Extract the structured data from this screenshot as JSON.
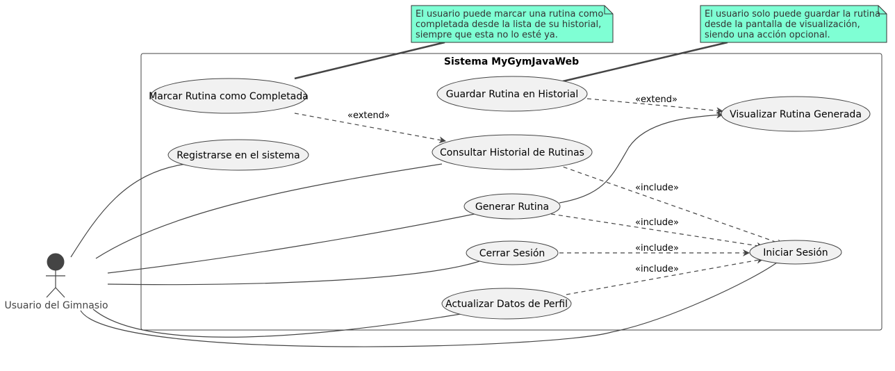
{
  "system": {
    "title": "Sistema MyGymJavaWeb"
  },
  "actor": {
    "label": "Usuario del Gimnasio"
  },
  "use_cases": {
    "marcar": "Marcar Rutina como Completada",
    "guardar": "Guardar Rutina en Historial",
    "visualizar": "Visualizar Rutina Generada",
    "registrarse": "Registrarse en el sistema",
    "consultar": "Consultar Historial de Rutinas",
    "generar": "Generar Rutina",
    "cerrar": "Cerrar Sesión",
    "actualizar": "Actualizar Datos de Perfil",
    "iniciar": "Iniciar Sesión"
  },
  "relations": {
    "extend_marcar_consultar": "«extend»",
    "extend_guardar_visualizar": "«extend»",
    "include_consultar_iniciar": "«include»",
    "include_generar_iniciar": "«include»",
    "include_cerrar_iniciar": "«include»",
    "include_actualizar_iniciar": "«include»"
  },
  "notes": {
    "note_completada": {
      "lines": [
        "El usuario puede marcar una rutina como",
        "completada desde la lista de su historial,",
        "siempre que esta no lo esté ya."
      ]
    },
    "note_guardar": {
      "lines": [
        "El usuario solo puede guardar la rutina",
        "desde la pantalla de visualización,",
        "siendo una acción opcional."
      ]
    }
  },
  "colors": {
    "note_fill": "#7fffd4",
    "usecase_fill": "#f1f1f1",
    "line": "#444444",
    "actor_fill": "#444444"
  }
}
